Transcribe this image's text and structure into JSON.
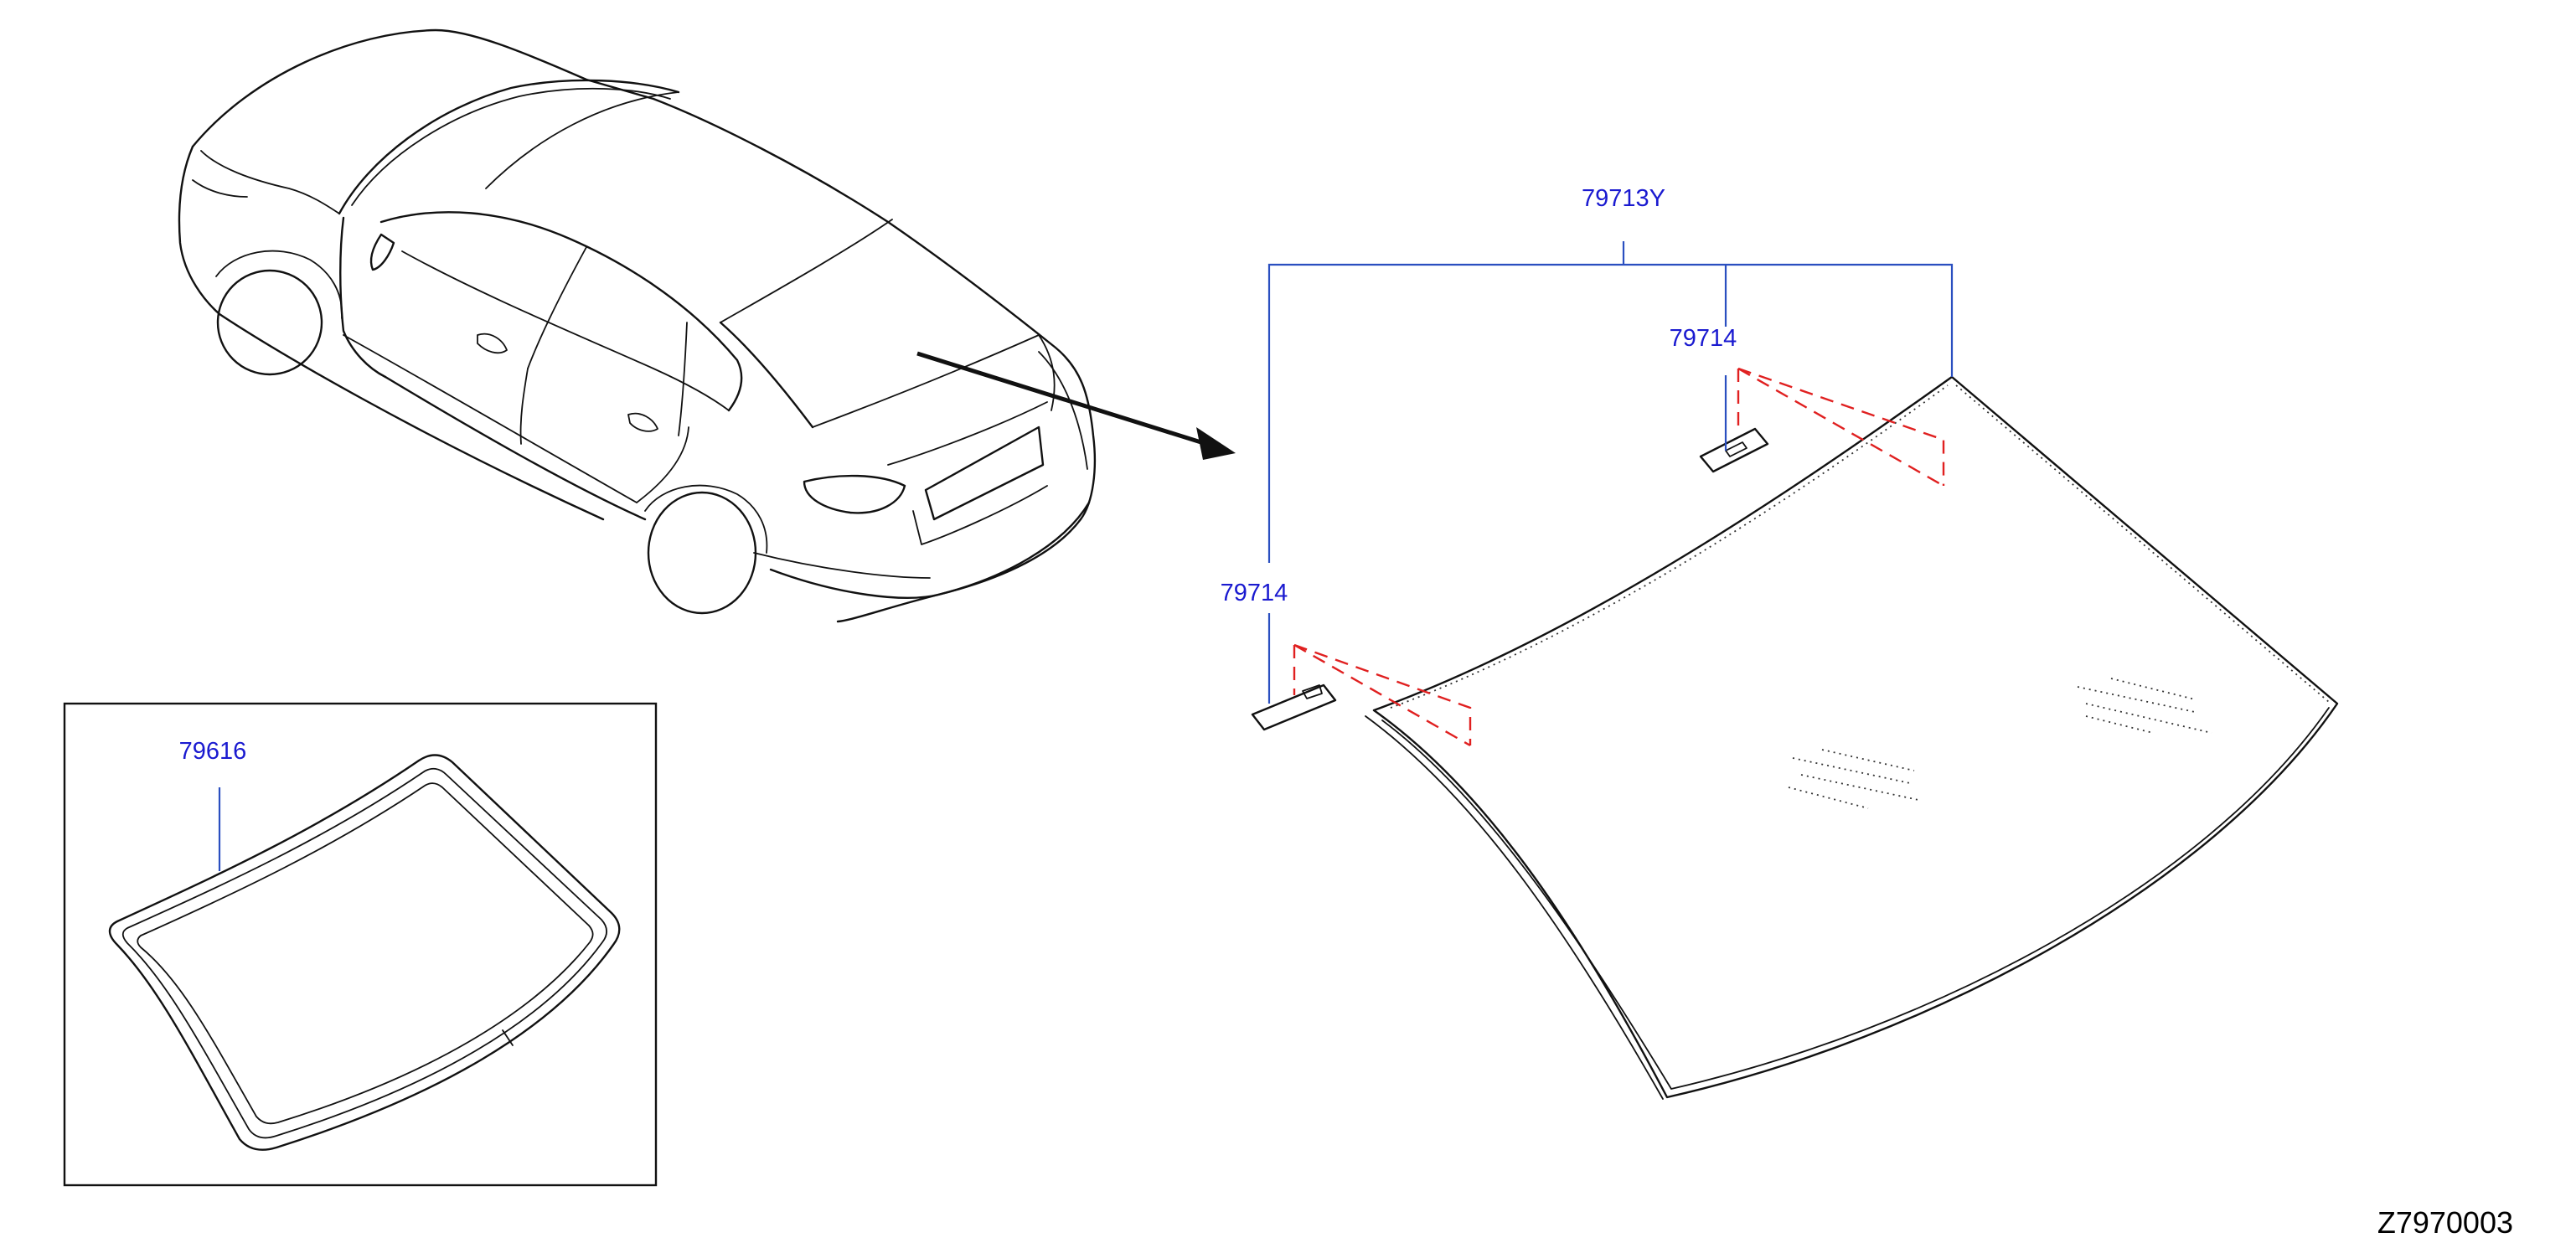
{
  "labels": {
    "windshield_assembly": "79713Y",
    "bracket_upper": "79714",
    "bracket_lower": "79714",
    "moulding": "79616"
  },
  "diagram_id": "Z7970003",
  "colors": {
    "label_text": "#1a1ad0",
    "leader_line": "#2a4fc0",
    "dashed_guide": "#e02020",
    "outline": "#111111"
  }
}
